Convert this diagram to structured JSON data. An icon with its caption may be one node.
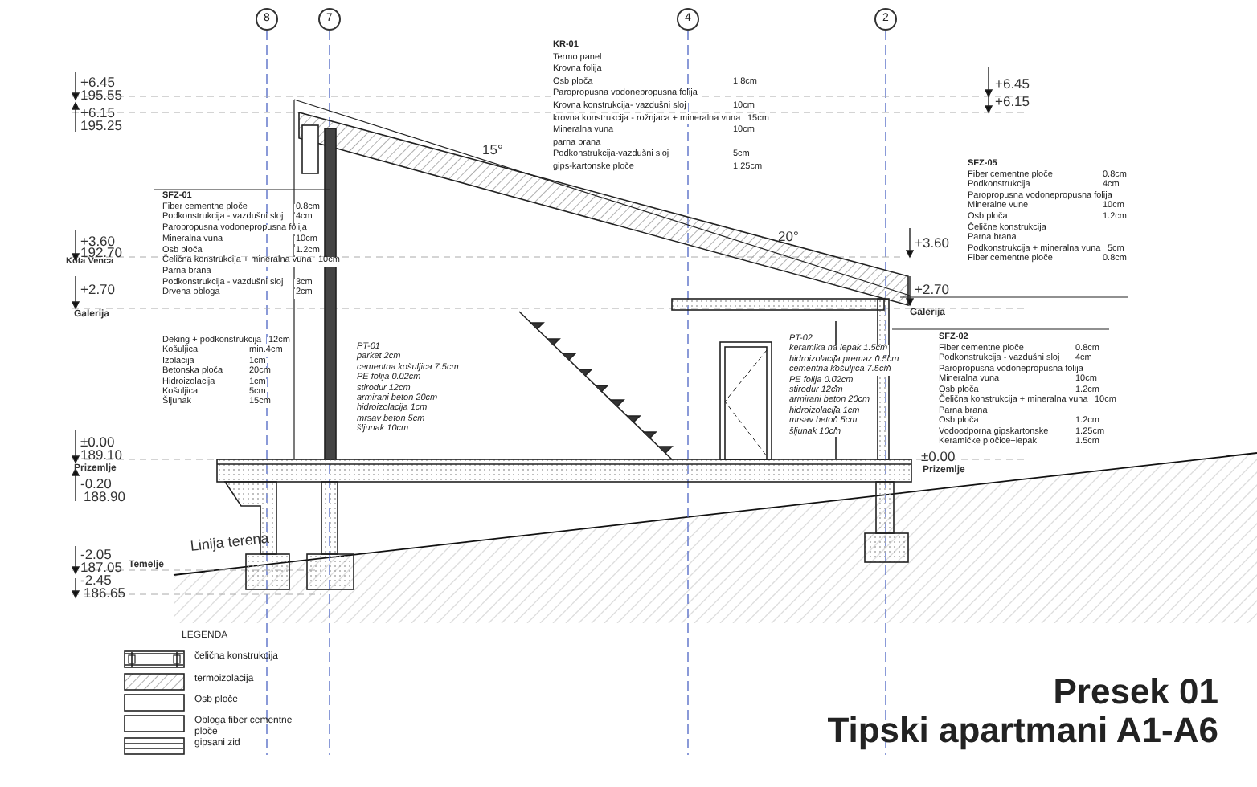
{
  "diagram": {
    "title": "Presek 01",
    "caption": "Tipski apartmani A1-A6",
    "labels": [
      "8",
      "7",
      "4",
      "2",
      "KR-01",
      "Termo panel",
      "Krovna folija",
      "Osb ploča",
      "1.8cm",
      "Paropropusna vodonepropusna folija",
      "Krovna konstrukcija- vazdušni sloj",
      "10cm",
      "krovna konstrukcija - rožnjaca + mineralna vuna",
      "15cm",
      "Mineralna vuna",
      "10cm",
      "parna brana",
      "Podkonstrukcija-vazdušni sloj",
      "5cm",
      "gips-kartonske ploče",
      "1,25cm",
      "+6.45",
      "+6.15",
      "+6.45",
      "195.55",
      "+6.15",
      "195.25",
      "15°",
      "SFZ-01",
      "Fiber cementne ploče",
      "0.8cm",
      "Podkonstrukcija - vazdušni sloj",
      "4cm",
      "Paropropusna vodonepropusna folija",
      "Mineralna vuna",
      "10cm",
      "Osb ploča",
      "1.2cm",
      "Čelična konstrukcija + mineralna vuna",
      "10cm",
      "Parna brana",
      "Podkonstrukcija - vazdušni sloj",
      "3cm",
      "Drvena obloga",
      "2cm",
      "SFZ-05",
      "Fiber cementne ploče",
      "0.8cm",
      "Podkonstrukcija",
      "4cm",
      "Paropropusna vodonepropusna folija",
      "Mineralne vune",
      "10cm",
      "Osb ploča",
      "1.2cm",
      "Čelične konstrukcija",
      "Parna brana",
      "Podkonstrukcija + mineralna vuna",
      "5cm",
      "Fiber cementne ploče",
      "0.8cm",
      "20°",
      "+3.60",
      "192.70",
      "Kota Venca",
      "+3.60",
      "+2.70",
      "Galerija",
      "+2.70",
      "Galerija",
      "Deking + podkonstrukcija",
      "12cm",
      "Košuljica",
      "min.4cm",
      "Izolacija",
      "1cm",
      "Betonska ploča",
      "20cm",
      "Hidroizolacija",
      "1cm",
      "Košuljica",
      "5cm",
      "Šljunak",
      "15cm",
      "PT-01",
      "parket 2cm",
      "cementna košuljica 7.5cm",
      "PE folija 0.02cm",
      "stirodur 12cm",
      "armirani beton 20cm",
      "hidroizolacija 1cm",
      "mrsav beton 5cm",
      "šljunak 10cm",
      "PT-02",
      "keramika na lepak 1.5cm",
      "hidroizolacija premaz 0.5cm",
      "cementna košuljica 7.5cm",
      "PE folija 0.02cm",
      "stirodur 12cm",
      "armirani beton 20cm",
      "hidroizolacija 1cm",
      "mrsav beton 5cm",
      "šljunak 10cm",
      "SFZ-02",
      "Fiber cementne ploče",
      "0.8cm",
      "Podkonstrukcija - vazdušni sloj",
      "4cm",
      "Paropropusna vodonepropusna folija",
      "Mineralna vuna",
      "10cm",
      "Osb ploča",
      "1.2cm",
      "Čelična konstrukcija + mineralna vuna",
      "10cm",
      "Parna brana",
      "Osb ploča",
      "1.2cm",
      "Vodoodporna gipskartonske",
      "1.25cm",
      "Keramičke pločice+lepak",
      "1.5cm",
      "±0.00",
      "189.10",
      "Prizemlje",
      "±0.00",
      "Prizemlje",
      "-0.20",
      "188.90",
      "Linija terena",
      "-2.05",
      "187.05",
      "Temelje",
      "-2.45",
      "186.65",
      "LEGENDA"
    ],
    "legend": [
      {
        "text": "čelična konstrukcija"
      },
      {
        "text": "termoizolacija"
      },
      {
        "text": "Osb ploče"
      },
      {
        "text": "Obloga fiber cementne ploče"
      },
      {
        "text": "gipsani zid"
      }
    ]
  }
}
